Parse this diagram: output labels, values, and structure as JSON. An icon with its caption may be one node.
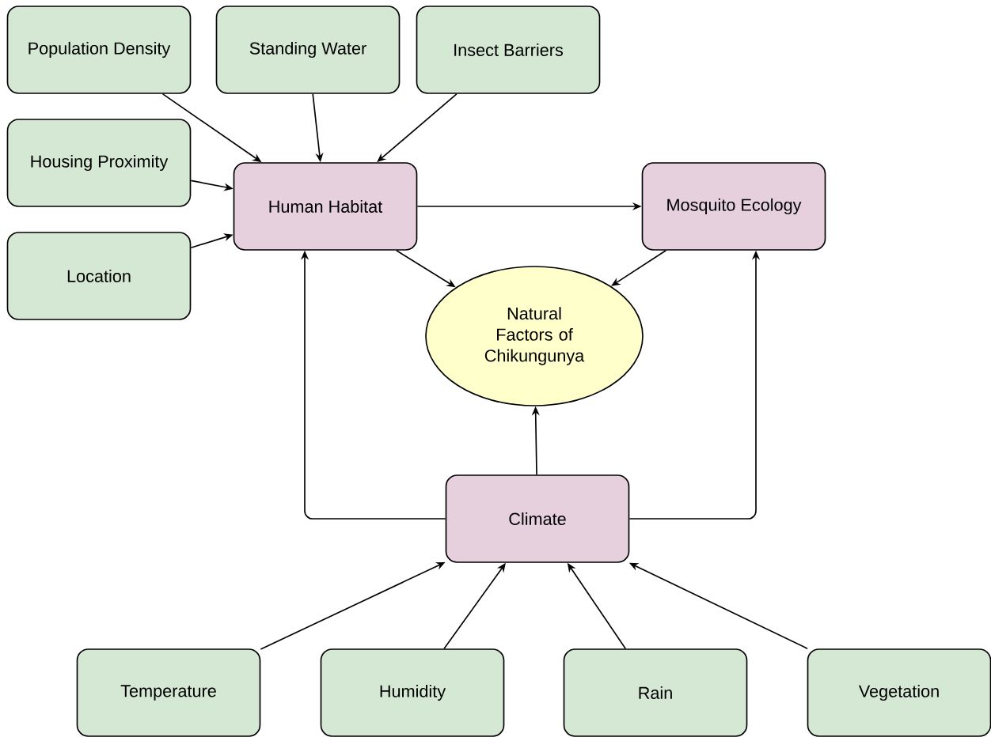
{
  "diagram": {
    "nodes": [
      {
        "text": [
          "Population Density"
        ]
      },
      {
        "text": [
          "Standing Water"
        ]
      },
      {
        "text": [
          "Insect Barriers"
        ]
      },
      {
        "text": [
          "Housing Proximity"
        ]
      },
      {
        "text": [
          "Human Habitat"
        ]
      },
      {
        "text": [
          "Mosquito Ecology"
        ]
      },
      {
        "text": [
          "Location"
        ]
      },
      {
        "text": [
          "Natural Factors of Chikungunya"
        ]
      },
      {
        "text": [
          "Climate"
        ]
      },
      {
        "text": [
          "Temperature"
        ]
      },
      {
        "text": [
          "Humidity"
        ]
      },
      {
        "text": [
          "Rain"
        ]
      },
      {
        "text": [
          "Vegetation"
        ]
      }
    ],
    "edges": [
      {
        "from": 0,
        "to": 4,
        "arrow": "to"
      },
      {
        "from": 1,
        "to": 4,
        "arrow": "to"
      },
      {
        "from": 2,
        "to": 4,
        "arrow": "to"
      },
      {
        "from": 3,
        "to": 4,
        "arrow": "to"
      },
      {
        "from": 6,
        "to": 4,
        "arrow": "to"
      },
      {
        "from": 4,
        "to": 5,
        "arrow": "to"
      },
      {
        "from": 4,
        "to": 7,
        "arrow": "to"
      },
      {
        "from": 5,
        "to": 7,
        "arrow": "to"
      },
      {
        "from": 8,
        "to": 7,
        "arrow": "to"
      },
      {
        "from": 8,
        "to": 4,
        "arrow": "to"
      },
      {
        "from": 8,
        "to": 5,
        "arrow": "to"
      },
      {
        "from": 9,
        "to": 8,
        "arrow": "to"
      },
      {
        "from": 10,
        "to": 8,
        "arrow": "to"
      },
      {
        "from": 11,
        "to": 8,
        "arrow": "to"
      },
      {
        "from": 12,
        "to": 8,
        "arrow": "to"
      }
    ]
  }
}
